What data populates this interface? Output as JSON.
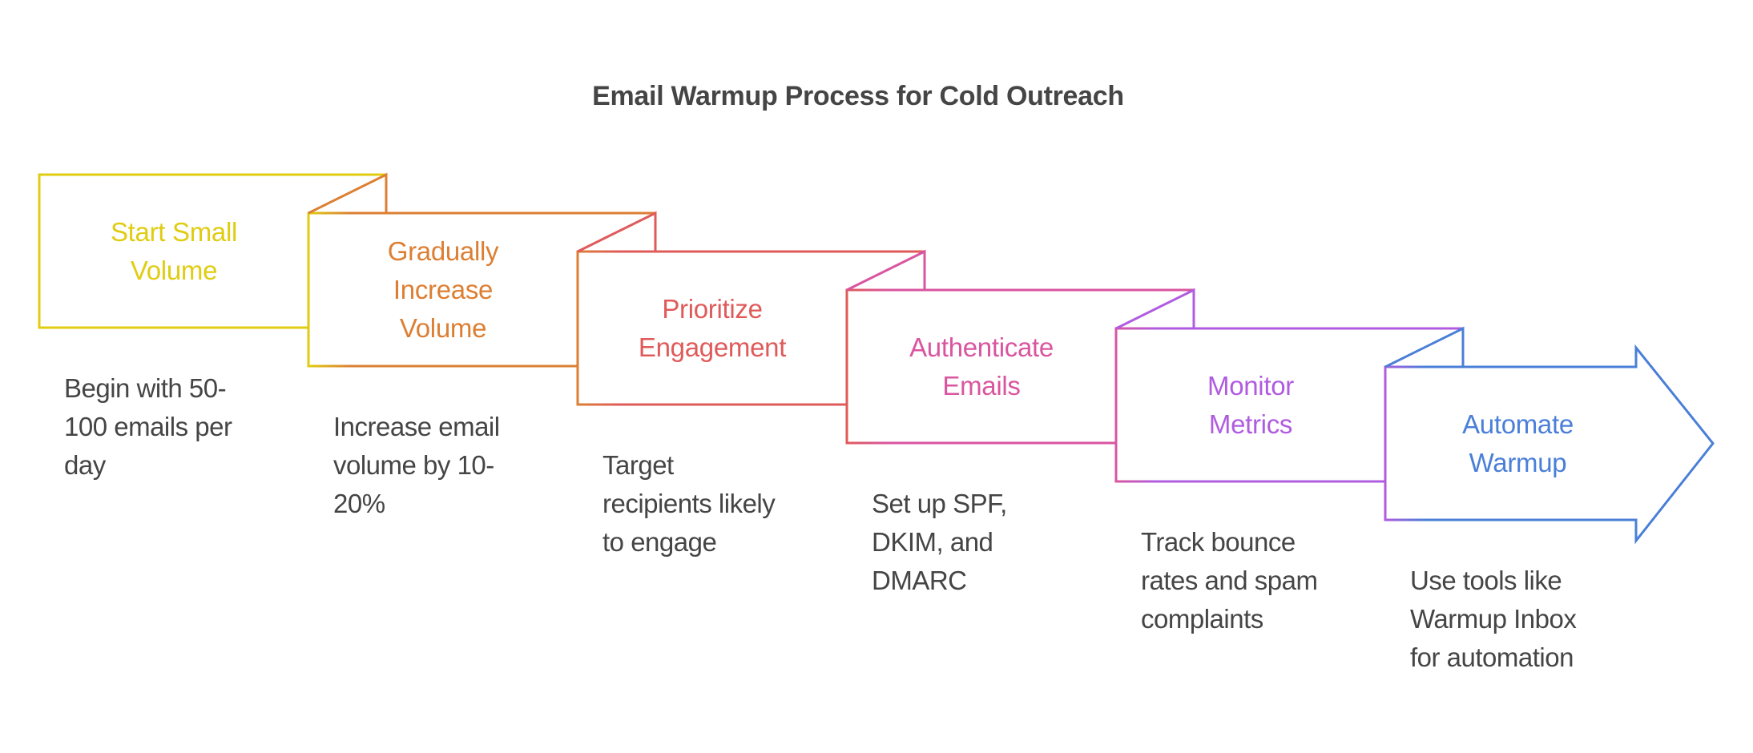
{
  "title": "Email Warmup Process for Cold Outreach",
  "steps": [
    {
      "label": [
        "Start Small",
        "Volume"
      ],
      "description": [
        "Begin with 50-",
        "100 emails per",
        "day"
      ],
      "color": "#E0CC10"
    },
    {
      "label": [
        "Gradually",
        "Increase",
        "Volume"
      ],
      "description": [
        "Increase email",
        "volume by 10-",
        "20%"
      ],
      "color": "#DC7F33"
    },
    {
      "label": [
        "Prioritize",
        "Engagement"
      ],
      "description": [
        "Target",
        "recipients likely",
        "to engage"
      ],
      "color": "#E05A5A"
    },
    {
      "label": [
        "Authenticate",
        "Emails"
      ],
      "description": [
        "Set up SPF,",
        "DKIM, and",
        "DMARC"
      ],
      "color": "#D9559F"
    },
    {
      "label": [
        "Monitor",
        "Metrics"
      ],
      "description": [
        "Track bounce",
        "rates and spam",
        "complaints"
      ],
      "color": "#B05CE0"
    },
    {
      "label": [
        "Automate",
        "Warmup"
      ],
      "description": [
        "Use tools like",
        "Warmup Inbox",
        "for automation"
      ],
      "color": "#4A7FD8"
    }
  ],
  "text_color": "#454545"
}
